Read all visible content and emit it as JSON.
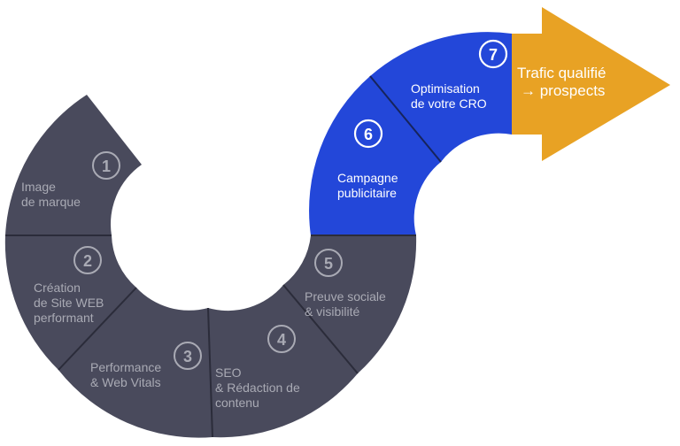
{
  "steps": [
    {
      "number": "1",
      "lines": [
        "Image",
        "de marque"
      ]
    },
    {
      "number": "2",
      "lines": [
        "Création",
        "de Site WEB",
        "performant"
      ]
    },
    {
      "number": "3",
      "lines": [
        "Performance",
        "& Web Vitals"
      ]
    },
    {
      "number": "4",
      "lines": [
        "SEO",
        "& Rédaction de",
        "contenu"
      ]
    },
    {
      "number": "5",
      "lines": [
        "Preuve sociale",
        "& visibilité"
      ]
    },
    {
      "number": "6",
      "lines": [
        "Campagne",
        "publicitaire"
      ]
    },
    {
      "number": "7",
      "lines": [
        "Optimisation",
        "de votre CRO"
      ]
    }
  ],
  "final": {
    "lines": [
      "Trafic qualifié",
      "→ prospects"
    ]
  },
  "colors": {
    "dark": "#494a5c",
    "blue": "#2347d9",
    "gold": "#e8a224",
    "muted_text": "#a9aab4"
  }
}
